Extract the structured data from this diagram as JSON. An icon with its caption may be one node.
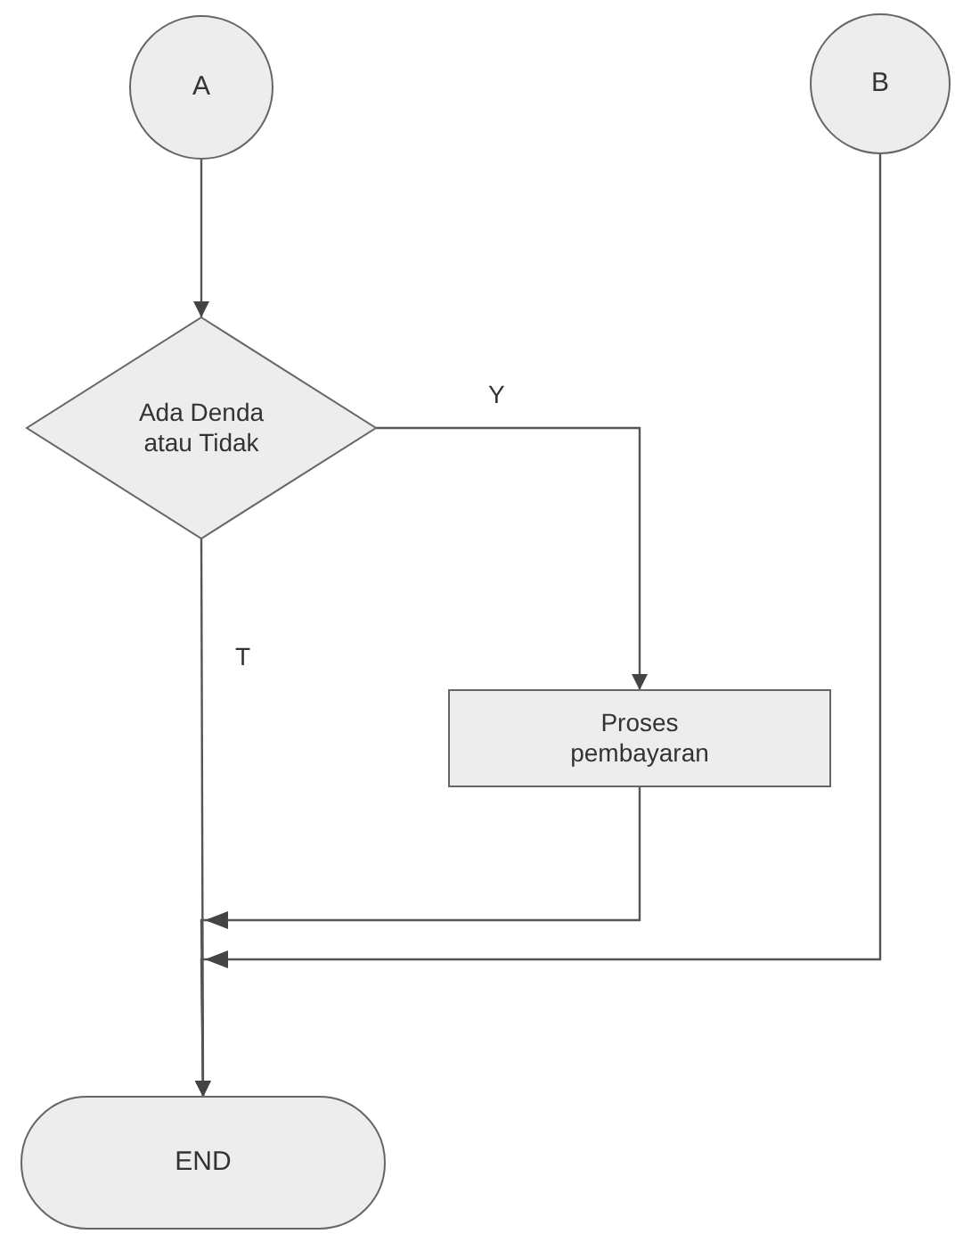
{
  "diagram": {
    "nodes": [
      {
        "text": [
          "A"
        ]
      },
      {
        "text": [
          "B"
        ]
      },
      {
        "text": [
          "Ada Denda atau Tidak"
        ]
      },
      {
        "text": [
          "Proses pembayaran"
        ]
      },
      {
        "text": [
          "END"
        ]
      }
    ],
    "edges": [
      {
        "from": 0,
        "to": 2,
        "arrow": "to"
      },
      {
        "from": 2,
        "to": 3,
        "arrow": "to",
        "label": "Y"
      },
      {
        "from": 2,
        "to": 4,
        "arrow": "to",
        "label": "T"
      },
      {
        "from": 3,
        "to": 4,
        "arrow": "to"
      },
      {
        "from": 1,
        "to": 4,
        "arrow": "to"
      }
    ]
  }
}
